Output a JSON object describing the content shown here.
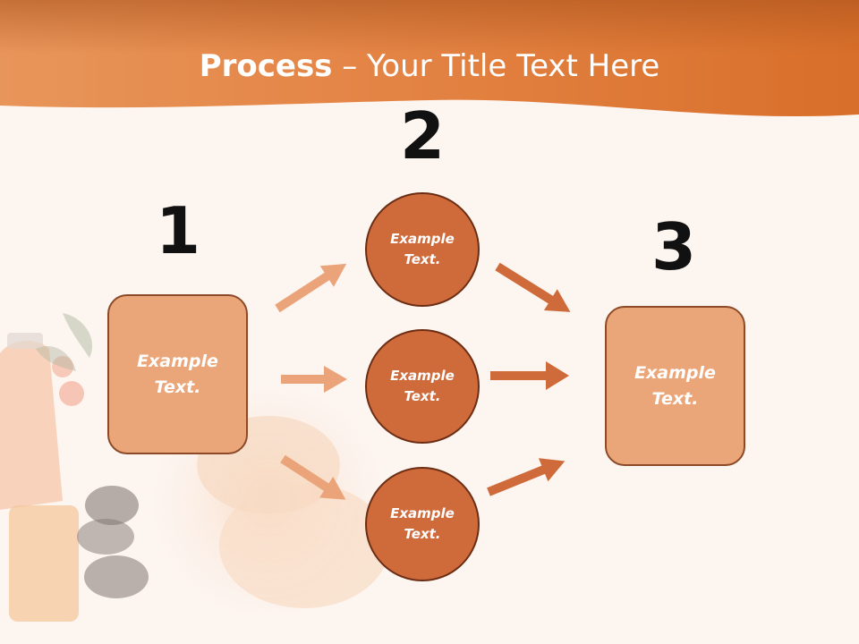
{
  "title": {
    "bold": "Process",
    "rest": " – Your Title Text Here"
  },
  "steps": [
    {
      "number": "1",
      "text": "Example\nText."
    },
    {
      "number": "2",
      "items": [
        "Example\nText.",
        "Example\nText.",
        "Example\nText."
      ]
    },
    {
      "number": "3",
      "text": "Example\nText."
    }
  ],
  "colors": {
    "header": "#e07a38",
    "box_fill": "#eaa678",
    "circle_fill": "#cf6a3a",
    "arrow_light": "#eba47a",
    "arrow_dark": "#cf6a3a"
  }
}
